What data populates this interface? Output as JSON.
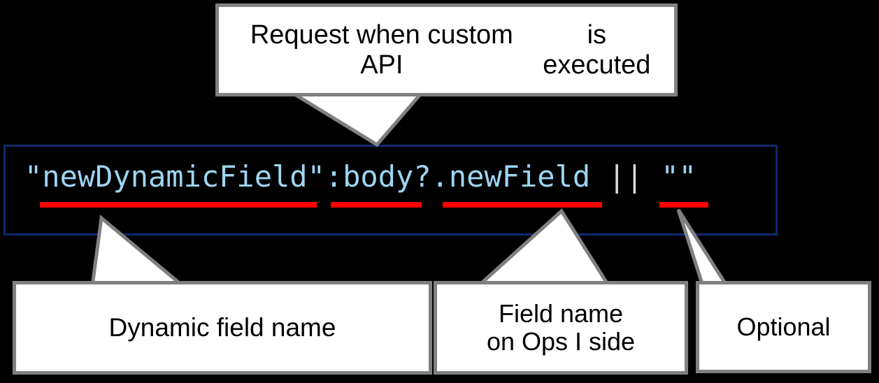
{
  "diagram": {
    "background_color": "#000000",
    "code_panel": {
      "border_color": "#102a6e",
      "text_color": "#9ed5f0",
      "operator_color": "#d9d9d9",
      "segments": [
        {
          "text": "\"newDynamicField\":body?.newField ",
          "kind": "code"
        },
        {
          "text": "||",
          "kind": "operator"
        },
        {
          "text": " \"\"",
          "kind": "code"
        }
      ],
      "full_text": "\"newDynamicField\":body?.newField || \"\""
    },
    "underlines": {
      "color": "#ff0000",
      "items": [
        {
          "name": "dynamic-field-name",
          "target": "\"newDynamicField\""
        },
        {
          "name": "body-object",
          "target": "body?"
        },
        {
          "name": "ops-i-field-name",
          "target": ".newField"
        },
        {
          "name": "optional-default",
          "target": "\"\""
        }
      ]
    },
    "callouts": [
      {
        "name": "request-when-custom-api-is-executed",
        "lines": [
          "Request when custom API",
          "is executed"
        ],
        "position": "top",
        "border_color": "#808080",
        "fill_color": "#ffffff"
      },
      {
        "name": "dynamic-field-name",
        "lines": [
          "Dynamic field name"
        ],
        "position": "bottom-left",
        "border_color": "#808080",
        "fill_color": "#ffffff"
      },
      {
        "name": "field-name-on-ops-i-side",
        "lines": [
          "Field name",
          "on Ops I side"
        ],
        "position": "bottom-center",
        "border_color": "#808080",
        "fill_color": "#ffffff"
      },
      {
        "name": "optional",
        "lines": [
          "Optional"
        ],
        "position": "bottom-right",
        "border_color": "#808080",
        "fill_color": "#ffffff"
      }
    ]
  }
}
